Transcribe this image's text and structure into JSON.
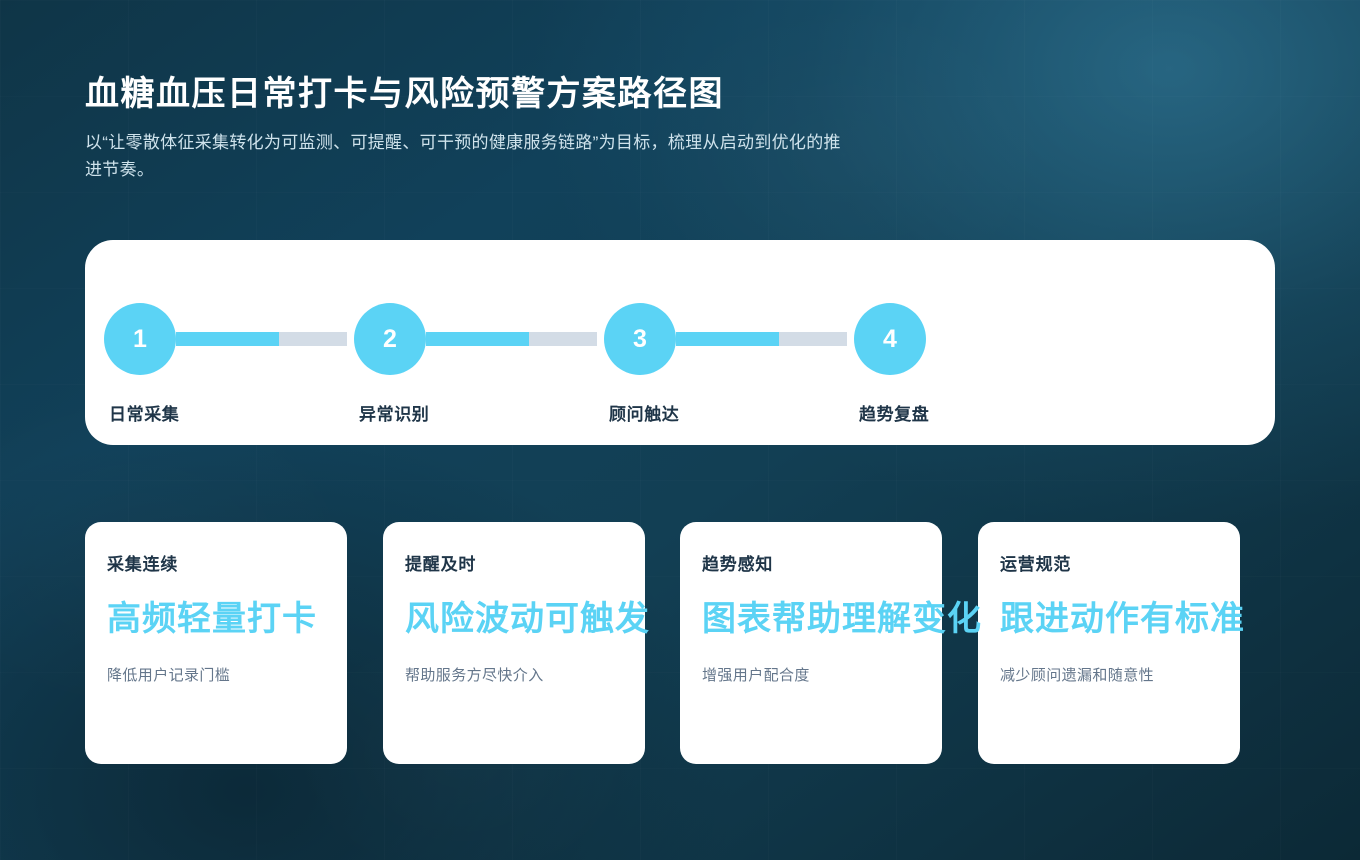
{
  "page": {
    "title": "血糖血压日常打卡与风险预警方案路径图",
    "subtitle": "以“让零散体征采集转化为可监测、可提醒、可干预的健康服务链路”为目标，梳理从启动到优化的推进节奏。"
  },
  "theme": {
    "background_dark": "#0d2b3a",
    "background_light": "#17566e",
    "accent_cyan": "#5bd3f5",
    "panel_white": "#ffffff",
    "track_inactive": "#d3dce6",
    "heading_ink": "#1f3548",
    "muted_text": "#64768b"
  },
  "timeline": {
    "steps": [
      {
        "number": "1",
        "label": "日常采集"
      },
      {
        "number": "2",
        "label": "异常识别"
      },
      {
        "number": "3",
        "label": "顾问触达"
      },
      {
        "number": "4",
        "label": "趋势复盘"
      }
    ]
  },
  "cards": [
    {
      "kicker": "采集连续",
      "headline": "高频轻量打卡",
      "desc": "降低用户记录门槛"
    },
    {
      "kicker": "提醒及时",
      "headline": "风险波动可触发",
      "desc": "帮助服务方尽快介入"
    },
    {
      "kicker": "趋势感知",
      "headline": "图表帮助理解变化",
      "desc": "增强用户配合度"
    },
    {
      "kicker": "运营规范",
      "headline": "跟进动作有标准",
      "desc": "减少顾问遗漏和随意性"
    }
  ]
}
